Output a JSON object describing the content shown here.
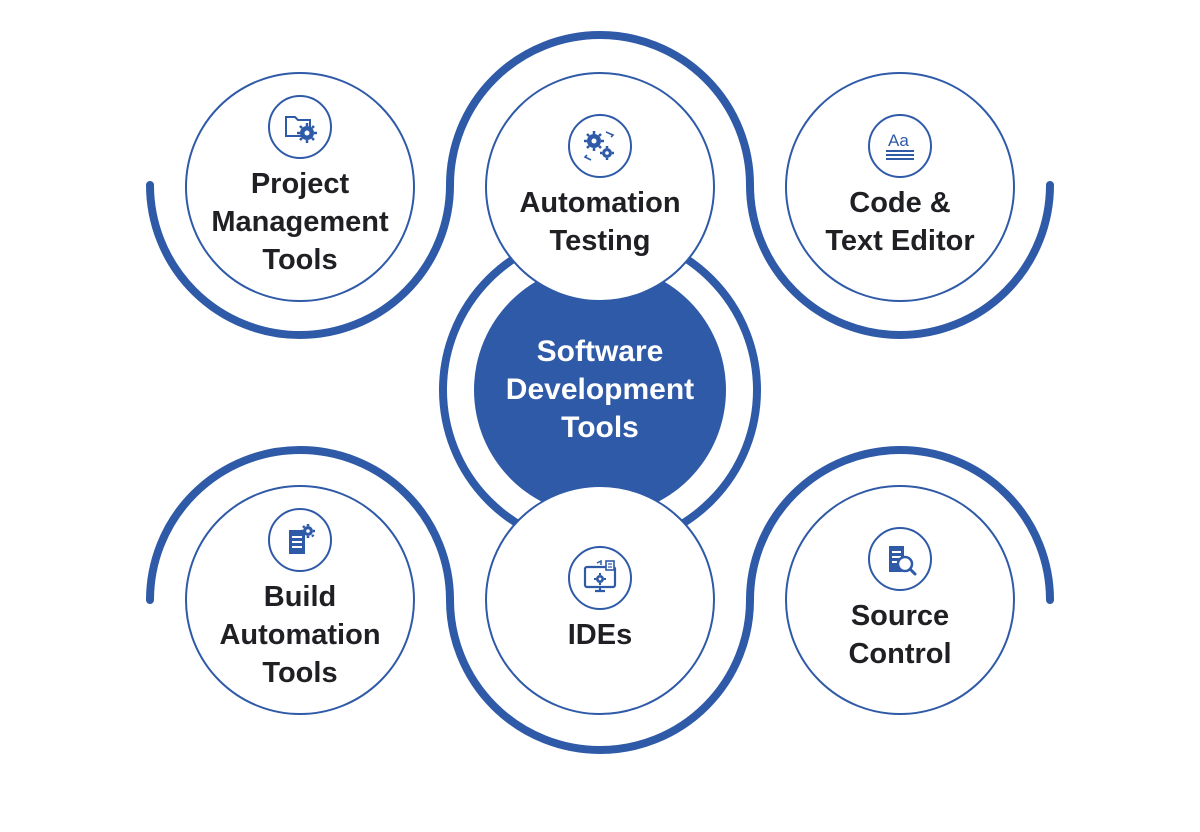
{
  "colors": {
    "accent": "#2f5aa8",
    "text": "#1f1f24",
    "hub_text": "#ffffff"
  },
  "center": {
    "label": "Software\nDevelopment\nTools"
  },
  "nodes": {
    "project_management": {
      "label": "Project\nManagement\nTools",
      "icon": "folder-gear-icon"
    },
    "automation_testing": {
      "label": "Automation\nTesting",
      "icon": "gears-cycle-icon"
    },
    "code_text_editor": {
      "label": "Code &\nText Editor",
      "icon": "text-editor-icon"
    },
    "build_automation": {
      "label": "Build\nAutomation\nTools",
      "icon": "document-gear-icon"
    },
    "ides": {
      "label": "IDEs",
      "icon": "monitor-gear-icon"
    },
    "source_control": {
      "label": "Source\nControl",
      "icon": "document-search-icon"
    }
  }
}
